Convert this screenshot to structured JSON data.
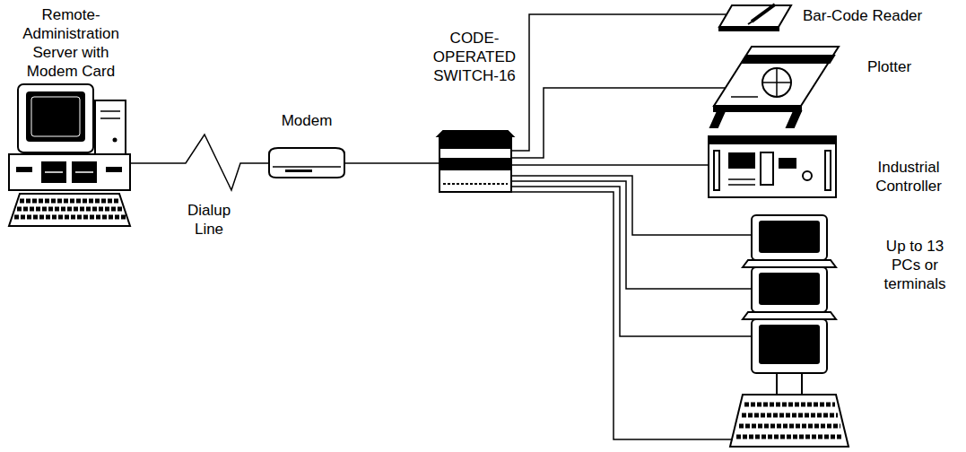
{
  "diagram": {
    "nodes": [
      {
        "text": [
          "Remote- Administration Server with Modem Card"
        ]
      },
      {
        "text": [
          "Modem"
        ]
      },
      {
        "text": [
          "CODE- OPERATED SWITCH-16"
        ]
      },
      {
        "text": [
          "Bar-Code Reader"
        ]
      },
      {
        "text": [
          "Plotter"
        ]
      },
      {
        "text": [
          "Industrial Controller"
        ]
      },
      {
        "text": [
          "Up to 13 PCs or terminals"
        ]
      }
    ],
    "edges": [
      {
        "from": 0,
        "to": 1,
        "arrow": "none",
        "label": "Dialup Line"
      },
      {
        "from": 1,
        "to": 2,
        "arrow": "none"
      },
      {
        "from": 2,
        "to": 3,
        "arrow": "none"
      },
      {
        "from": 2,
        "to": 4,
        "arrow": "none"
      },
      {
        "from": 2,
        "to": 5,
        "arrow": "none"
      },
      {
        "from": 2,
        "to": 6,
        "arrow": "none"
      }
    ]
  }
}
